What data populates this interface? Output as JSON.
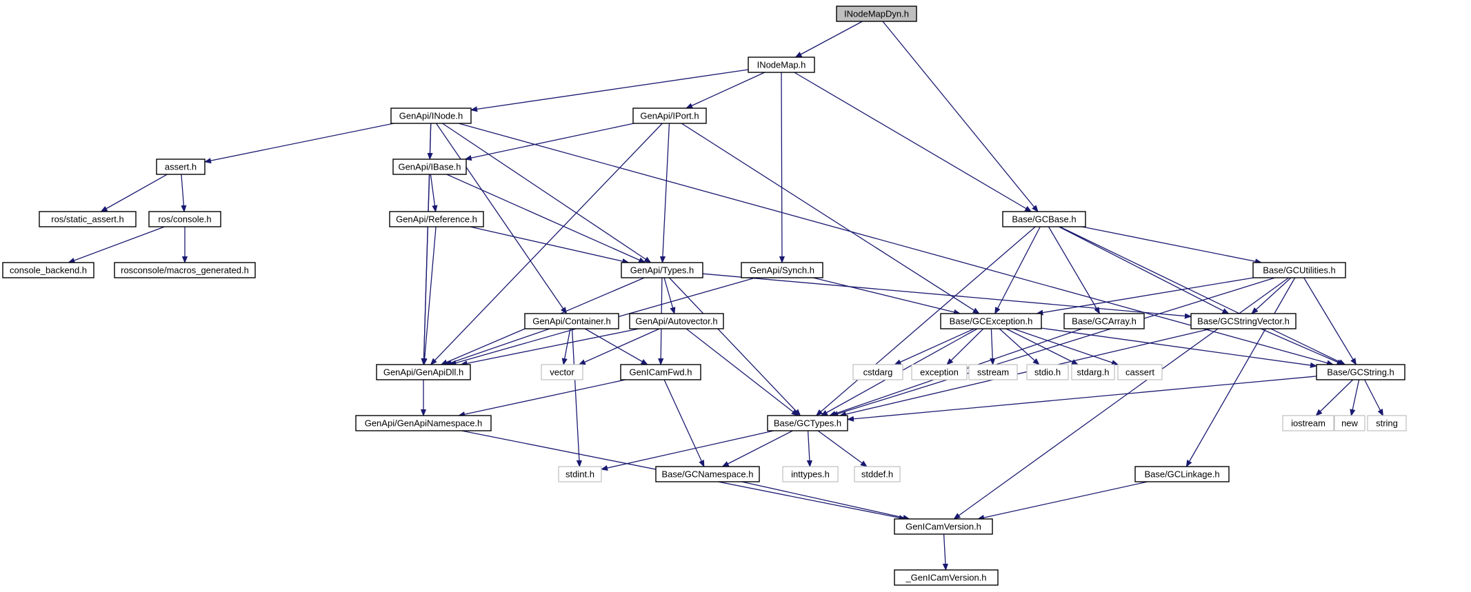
{
  "graph": {
    "nodes": [
      {
        "id": "inodemapdyn",
        "label": "INodeMapDyn.h",
        "root": true
      },
      {
        "id": "inodemap",
        "label": "INodeMap.h"
      },
      {
        "id": "inode",
        "label": "GenApi/INode.h"
      },
      {
        "id": "iport",
        "label": "GenApi/IPort.h"
      },
      {
        "id": "gcbase",
        "label": "Base/GCBase.h"
      },
      {
        "id": "assert",
        "label": "assert.h"
      },
      {
        "id": "ibase",
        "label": "GenApi/IBase.h"
      },
      {
        "id": "static_assert",
        "label": "ros/static_assert.h"
      },
      {
        "id": "console",
        "label": "ros/console.h"
      },
      {
        "id": "reference",
        "label": "GenApi/Reference.h"
      },
      {
        "id": "console_backend",
        "label": "console_backend.h"
      },
      {
        "id": "macros_generated",
        "label": "rosconsole/macros_generated.h"
      },
      {
        "id": "types",
        "label": "GenApi/Types.h"
      },
      {
        "id": "synch",
        "label": "GenApi/Synch.h"
      },
      {
        "id": "gcutilities",
        "label": "Base/GCUtilities.h"
      },
      {
        "id": "container",
        "label": "GenApi/Container.h"
      },
      {
        "id": "autovector",
        "label": "GenApi/Autovector.h"
      },
      {
        "id": "gcexception",
        "label": "Base/GCException.h"
      },
      {
        "id": "gcarray",
        "label": "Base/GCArray.h"
      },
      {
        "id": "gcstringvector",
        "label": "Base/GCStringVector.h"
      },
      {
        "id": "genapidll",
        "label": "GenApi/GenApiDll.h"
      },
      {
        "id": "vector",
        "label": "vector",
        "system": true
      },
      {
        "id": "genicamfwd",
        "label": "GenICamFwd.h"
      },
      {
        "id": "cstdarg",
        "label": "cstdarg",
        "system": true
      },
      {
        "id": "exception",
        "label": "exception",
        "system": true
      },
      {
        "id": "sstream",
        "label": "sstream",
        "system": true
      },
      {
        "id": "stdio",
        "label": "stdio.h",
        "system": true
      },
      {
        "id": "stdarg",
        "label": "stdarg.h",
        "system": true
      },
      {
        "id": "cassert",
        "label": "cassert",
        "system": true
      },
      {
        "id": "gcstring",
        "label": "Base/GCString.h"
      },
      {
        "id": "genapinamespace",
        "label": "GenApi/GenApiNamespace.h"
      },
      {
        "id": "gctypes",
        "label": "Base/GCTypes.h"
      },
      {
        "id": "iostream",
        "label": "iostream",
        "system": true
      },
      {
        "id": "new",
        "label": "new",
        "system": true
      },
      {
        "id": "string",
        "label": "string",
        "system": true
      },
      {
        "id": "stdint",
        "label": "stdint.h",
        "system": true
      },
      {
        "id": "gcnamespace",
        "label": "Base/GCNamespace.h"
      },
      {
        "id": "inttypes",
        "label": "inttypes.h",
        "system": true
      },
      {
        "id": "stddef",
        "label": "stddef.h",
        "system": true
      },
      {
        "id": "gclinkage",
        "label": "Base/GCLinkage.h"
      },
      {
        "id": "genicamversion",
        "label": "GenICamVersion.h"
      },
      {
        "id": "_genicamversion",
        "label": "_GenICamVersion.h"
      }
    ],
    "edges": [
      [
        "inodemapdyn",
        "inodemap"
      ],
      [
        "inodemapdyn",
        "gcbase"
      ],
      [
        "inodemap",
        "inode"
      ],
      [
        "inodemap",
        "iport"
      ],
      [
        "inodemap",
        "synch"
      ],
      [
        "inodemap",
        "gcbase"
      ],
      [
        "inode",
        "assert"
      ],
      [
        "inode",
        "ibase"
      ],
      [
        "inode",
        "types"
      ],
      [
        "inode",
        "container"
      ],
      [
        "inode",
        "genapidll"
      ],
      [
        "inode",
        "gcstring"
      ],
      [
        "iport",
        "ibase"
      ],
      [
        "iport",
        "types"
      ],
      [
        "iport",
        "genapidll"
      ],
      [
        "iport",
        "gcexception"
      ],
      [
        "assert",
        "static_assert"
      ],
      [
        "assert",
        "console"
      ],
      [
        "console",
        "console_backend"
      ],
      [
        "console",
        "macros_generated"
      ],
      [
        "ibase",
        "reference"
      ],
      [
        "ibase",
        "types"
      ],
      [
        "ibase",
        "genapidll"
      ],
      [
        "reference",
        "types"
      ],
      [
        "reference",
        "genapidll"
      ],
      [
        "types",
        "genapidll"
      ],
      [
        "types",
        "autovector"
      ],
      [
        "types",
        "genicamfwd"
      ],
      [
        "types",
        "gctypes"
      ],
      [
        "types",
        "gcstringvector"
      ],
      [
        "synch",
        "genapidll"
      ],
      [
        "synch",
        "gcexception"
      ],
      [
        "gcbase",
        "gcutilities"
      ],
      [
        "gcbase",
        "gcexception"
      ],
      [
        "gcbase",
        "gcarray"
      ],
      [
        "gcbase",
        "gcstringvector"
      ],
      [
        "gcbase",
        "gcstring"
      ],
      [
        "gcbase",
        "gctypes"
      ],
      [
        "gcutilities",
        "gcexception"
      ],
      [
        "gcutilities",
        "gcstringvector"
      ],
      [
        "gcutilities",
        "gcstring"
      ],
      [
        "gcutilities",
        "gctypes"
      ],
      [
        "gcutilities",
        "gclinkage"
      ],
      [
        "gcutilities",
        "genicamversion"
      ],
      [
        "container",
        "vector"
      ],
      [
        "container",
        "genapidll"
      ],
      [
        "container",
        "genicamfwd"
      ],
      [
        "container",
        "stdint"
      ],
      [
        "autovector",
        "genapidll"
      ],
      [
        "autovector",
        "vector"
      ],
      [
        "autovector",
        "gctypes"
      ],
      [
        "gcexception",
        "cstdarg"
      ],
      [
        "gcexception",
        "exception"
      ],
      [
        "gcexception",
        "sstream"
      ],
      [
        "gcexception",
        "stdio"
      ],
      [
        "gcexception",
        "stdarg"
      ],
      [
        "gcexception",
        "cassert"
      ],
      [
        "gcexception",
        "gcstring"
      ],
      [
        "gcexception",
        "gctypes"
      ],
      [
        "gcarray",
        "gctypes"
      ],
      [
        "gcstringvector",
        "gcstring"
      ],
      [
        "gcstringvector",
        "gctypes"
      ],
      [
        "genapidll",
        "genapinamespace"
      ],
      [
        "genicamfwd",
        "genapinamespace"
      ],
      [
        "genicamfwd",
        "gcnamespace"
      ],
      [
        "gcstring",
        "gctypes"
      ],
      [
        "gcstring",
        "iostream"
      ],
      [
        "gcstring",
        "new"
      ],
      [
        "gcstring",
        "string"
      ],
      [
        "genapinamespace",
        "genicamversion"
      ],
      [
        "gctypes",
        "stdint"
      ],
      [
        "gctypes",
        "gcnamespace"
      ],
      [
        "gctypes",
        "inttypes"
      ],
      [
        "gctypes",
        "stddef"
      ],
      [
        "gcnamespace",
        "genicamversion"
      ],
      [
        "gclinkage",
        "genicamversion"
      ],
      [
        "genicamversion",
        "_genicamversion"
      ]
    ]
  },
  "colors": {
    "edge": "#191970",
    "node_border": "#000000",
    "system_node_border": "#bfbfbf",
    "root_fill": "#bfbfbf",
    "text": "#000000"
  }
}
